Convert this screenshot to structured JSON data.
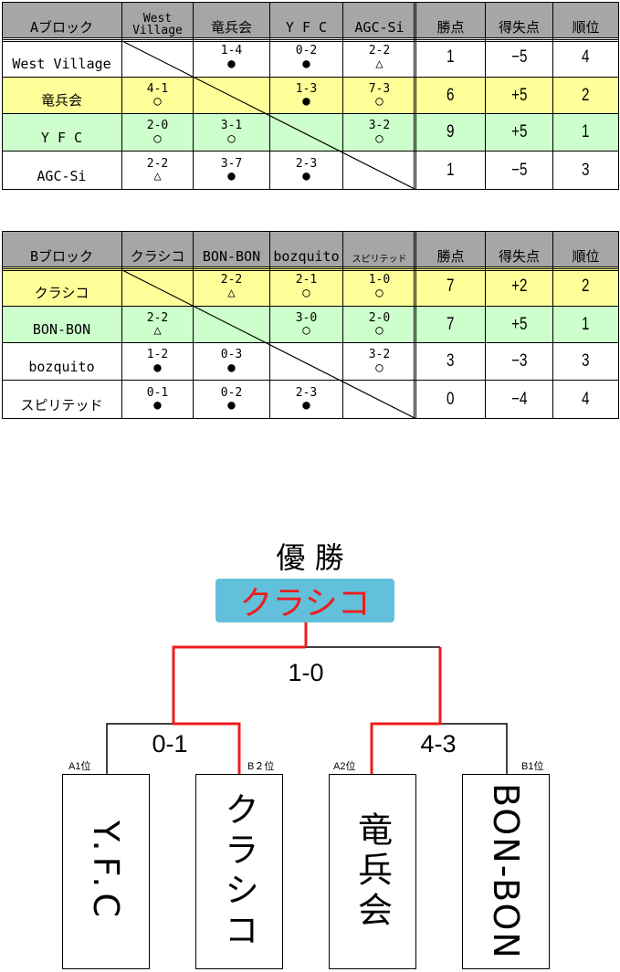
{
  "block_a": {
    "headers": [
      "Aブロック",
      "West Village",
      "竜兵会",
      "Y F C",
      "AGC-Si",
      "勝点",
      "得失点",
      "順位"
    ],
    "rows": [
      {
        "team": "West Village",
        "bg": "#ffffff",
        "results": [
          null,
          {
            "score": "1-4",
            "mark": "●"
          },
          {
            "score": "0-2",
            "mark": "●"
          },
          {
            "score": "2-2",
            "mark": "△"
          }
        ],
        "points": "1",
        "diff": "−5",
        "rank": "4"
      },
      {
        "team": "竜兵会",
        "bg": "#ffff99",
        "results": [
          {
            "score": "4-1",
            "mark": "○"
          },
          null,
          {
            "score": "1-3",
            "mark": "●"
          },
          {
            "score": "7-3",
            "mark": "○"
          }
        ],
        "points": "6",
        "diff": "+5",
        "rank": "2"
      },
      {
        "team": "Y F C",
        "bg": "#ccffcc",
        "results": [
          {
            "score": "2-0",
            "mark": "○"
          },
          {
            "score": "3-1",
            "mark": "○"
          },
          null,
          {
            "score": "3-2",
            "mark": "○"
          }
        ],
        "points": "9",
        "diff": "+5",
        "rank": "1"
      },
      {
        "team": "AGC-Si",
        "bg": "#ffffff",
        "results": [
          {
            "score": "2-2",
            "mark": "△"
          },
          {
            "score": "3-7",
            "mark": "●"
          },
          {
            "score": "2-3",
            "mark": "●"
          },
          null
        ],
        "points": "1",
        "diff": "−5",
        "rank": "3"
      }
    ]
  },
  "block_b": {
    "headers": [
      "Bブロック",
      "クラシコ",
      "BON-BON",
      "bozquito",
      "スピリテッド",
      "勝点",
      "得失点",
      "順位"
    ],
    "rows": [
      {
        "team": "クラシコ",
        "bg": "#ffff99",
        "results": [
          null,
          {
            "score": "2-2",
            "mark": "△"
          },
          {
            "score": "2-1",
            "mark": "○"
          },
          {
            "score": "1-0",
            "mark": "○"
          }
        ],
        "points": "7",
        "diff": "+2",
        "rank": "2"
      },
      {
        "team": "BON-BON",
        "bg": "#ccffcc",
        "results": [
          {
            "score": "2-2",
            "mark": "△"
          },
          null,
          {
            "score": "3-0",
            "mark": "○"
          },
          {
            "score": "2-0",
            "mark": "○"
          }
        ],
        "points": "7",
        "diff": "+5",
        "rank": "1"
      },
      {
        "team": "bozquito",
        "bg": "#ffffff",
        "results": [
          {
            "score": "1-2",
            "mark": "●"
          },
          {
            "score": "0-3",
            "mark": "●"
          },
          null,
          {
            "score": "3-2",
            "mark": "○"
          }
        ],
        "points": "3",
        "diff": "−3",
        "rank": "3"
      },
      {
        "team": "スピリテッド",
        "bg": "#ffffff",
        "results": [
          {
            "score": "0-1",
            "mark": "●"
          },
          {
            "score": "0-2",
            "mark": "●"
          },
          {
            "score": "2-3",
            "mark": "●"
          },
          null
        ],
        "points": "0",
        "diff": "−4",
        "rank": "4"
      }
    ]
  },
  "bracket": {
    "title": "優 勝",
    "champion": "クラシコ",
    "final_score": "1-0",
    "semi_left_score": "0-1",
    "semi_right_score": "4-3",
    "slots": [
      {
        "seed": "A1位",
        "team": "Y.F.C"
      },
      {
        "seed": "B２位",
        "team": "クラシコ"
      },
      {
        "seed": "A2位",
        "team": "竜兵会"
      },
      {
        "seed": "B1位",
        "team": "BON-BON"
      }
    ],
    "colors": {
      "win_line": "#ee1c1c",
      "champion_bg": "#62c0da",
      "champion_text": "#ee1c1c"
    }
  }
}
